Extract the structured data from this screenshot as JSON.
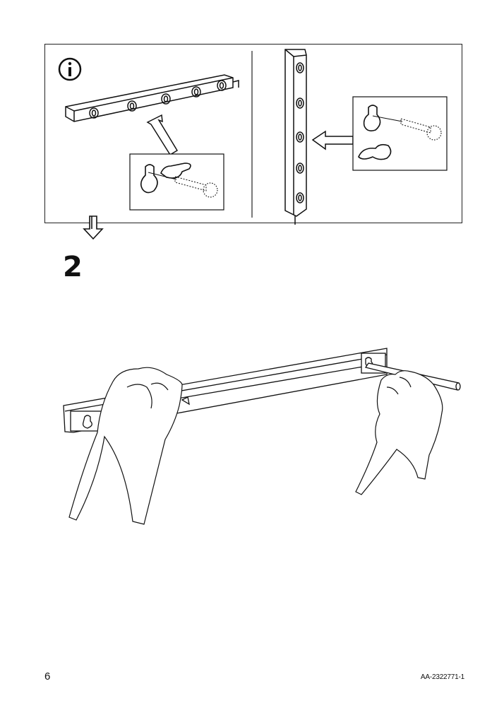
{
  "info": {
    "icon": "info-icon"
  },
  "step": {
    "number": "2"
  },
  "footer": {
    "page_number": "6",
    "doc_code": "AA-2322771-1"
  },
  "icons": [
    "info-icon",
    "down-arrow-icon",
    "screw-icon",
    "keyhole-icon",
    "pencil-icon"
  ]
}
